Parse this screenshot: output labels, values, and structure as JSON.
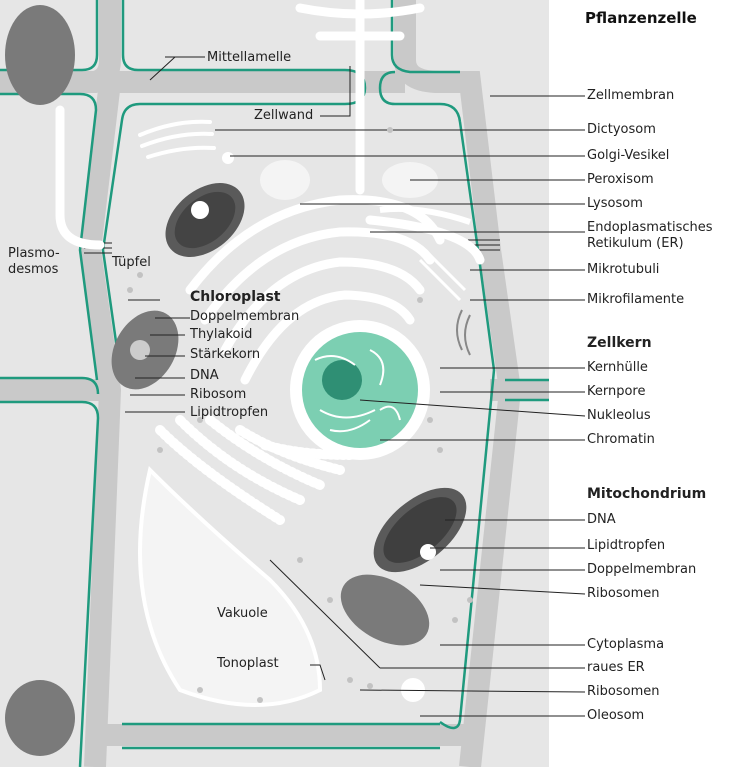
{
  "title": "Pflanzenzelle",
  "labels": {
    "mittellamelle": "Mittellamelle",
    "zellwand": "Zellwand",
    "plasmodesmos": "Plasmo-\ndesmos",
    "tuepfel": "Tüpfel",
    "chloroplast": "Chloroplast",
    "chl_doppelmembran": "Doppelmembran",
    "thylakoid": "Thylakoid",
    "staerkekorn": "Stärkekorn",
    "chl_dna": "DNA",
    "chl_ribosom": "Ribosom",
    "chl_lipidtropfen": "Lipidtropfen",
    "vakuole": "Vakuole",
    "tonoplast": "Tonoplast",
    "zellmembran": "Zellmembran",
    "dictyosom": "Dictyosom",
    "golgi_vesikel": "Golgi-Vesikel",
    "peroxisom": "Peroxisom",
    "lysosom": "Lysosom",
    "er": "Endoplasmatisches\nRetikulum (ER)",
    "mikrotubuli": "Mikrotubuli",
    "mikrofilamente": "Mikrofilamente",
    "zellkern": "Zellkern",
    "kernhuelle": "Kernhülle",
    "kernpore": "Kernpore",
    "nukleolus": "Nukleolus",
    "chromatin": "Chromatin",
    "mitochondrium": "Mitochondrium",
    "mito_dna": "DNA",
    "mito_lipidtropfen": "Lipidtropfen",
    "mito_doppelmembran": "Doppelmembran",
    "mito_ribosomen": "Ribosomen",
    "cytoplasma": "Cytoplasma",
    "raues_er": "raues ER",
    "ribosomen": "Ribosomen",
    "oleosom": "Oleosom"
  },
  "colors": {
    "background": "#e6e6e6",
    "cell_wall": "#c9c9c9",
    "membrane": "#1f9a7e",
    "nucleus": "#7ccfb2",
    "organelle_dark": "#6c6c6c"
  }
}
